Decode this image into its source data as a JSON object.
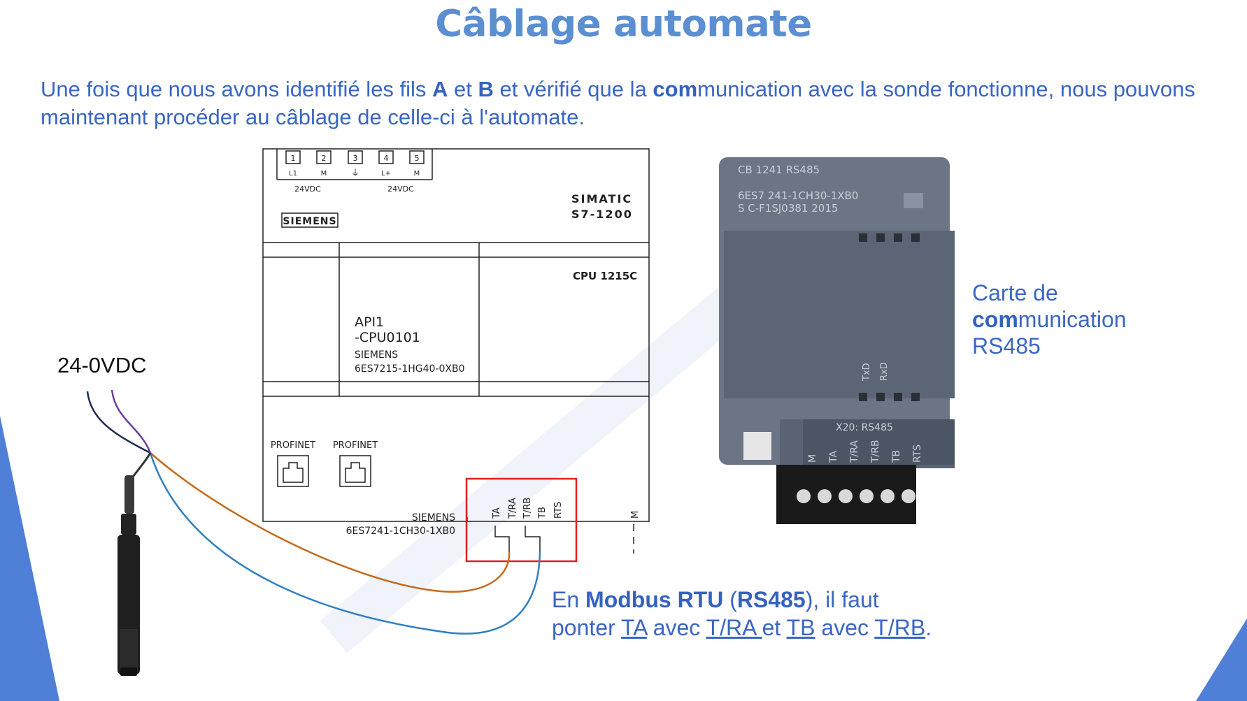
{
  "title": "Câblage automate",
  "intro": {
    "p1": "Une fois que nous avons identifié les fils ",
    "a": "A",
    "p2": " et ",
    "b": "B",
    "p3": " et vérifié que la ",
    "com": "com",
    "p4": "munication avec la sonde fonctionne, nous pouvons maintenant procéder au câblage de celle-ci à l'automate."
  },
  "sensor_label": "24-0VDC",
  "plc": {
    "power_terminals": [
      "1",
      "2",
      "3",
      "4",
      "5"
    ],
    "power_labels": [
      "L1",
      "M",
      "⏚",
      "L+",
      "M"
    ],
    "supply_left": "24VDC",
    "supply_right": "24VDC",
    "brand": "SIEMENS",
    "model_line1": "SIMATIC",
    "model_line2": "S7-1200",
    "cpu": "CPU 1215C",
    "tag1": "API1",
    "tag2": "-CPU0101",
    "maker": "SIEMENS",
    "ref": "6ES7215-1HG40-0XB0",
    "profinet1": "PROFINET",
    "profinet2": "PROFINET",
    "cb_maker": "SIEMENS",
    "cb_ref": "6ES7241-1CH30-1XB0",
    "cb_terminals": [
      "TA",
      "T/RA",
      "T/RB",
      "TB",
      "RTS"
    ],
    "m_terminal": "M"
  },
  "card_photo": {
    "line1": "CB 1241 RS485",
    "line2": "6ES7 241-1CH30-1XB0",
    "line3": "S C-F1SJ0381 2015",
    "txd": "TxD",
    "rxd": "RxD",
    "port": "X20: RS485",
    "terminals": [
      "M",
      "TA",
      "T/RA",
      "T/RB",
      "TB",
      "RTS"
    ]
  },
  "card_label": {
    "line1": "Carte de",
    "com": "com",
    "rest": "munication",
    "line3": "RS485"
  },
  "note": {
    "p1": "En ",
    "modbus": "Modbus RTU",
    "p2": " (",
    "rs485": "RS485",
    "p3": "), il faut",
    "p4": "ponter ",
    "ta": "TA",
    "p5": " avec ",
    "tra": "T/RA ",
    "p6": "et ",
    "tb": "TB",
    "p7": " avec ",
    "trb": "T/RB",
    "p8": "."
  },
  "colors": {
    "title": "#5b8fd1",
    "text": "#3a66c4",
    "accent_triangle": "#4f7fd6",
    "wire_orange": "#c46a1c",
    "wire_blue": "#2f7fc2",
    "wire_dark": "#1c2a55",
    "wire_purple": "#6a3fa0",
    "highlight_box": "#e02020",
    "card_body": "#6b7585"
  }
}
